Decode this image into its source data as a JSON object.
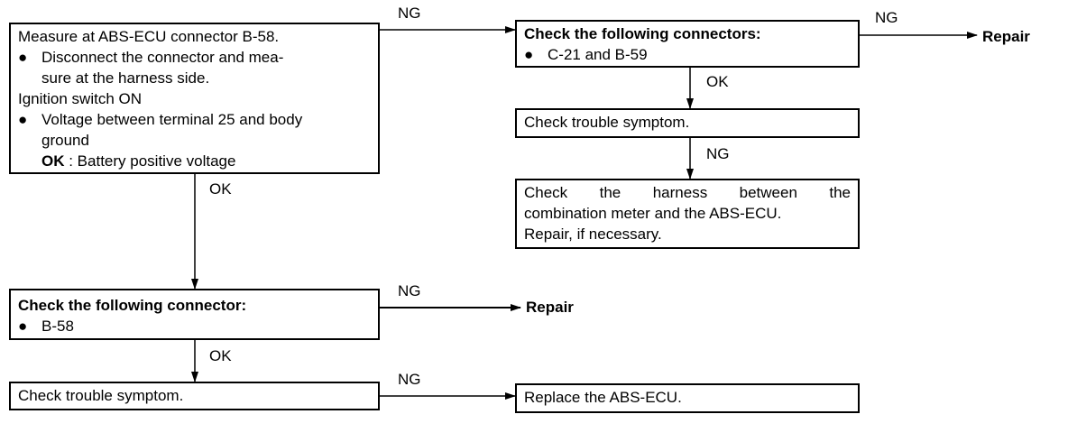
{
  "box1": {
    "line1": "Measure at ABS-ECU connector B-58.",
    "bullet1a": "Disconnect the connector and mea-",
    "bullet1b": "sure at the harness side.",
    "line3": "Ignition switch ON",
    "bullet2a": "Voltage between terminal 25 and body",
    "bullet2b": "ground",
    "ok_key": "OK",
    "ok_value": ": Battery positive voltage"
  },
  "box2": {
    "title": "Check the following connectors:",
    "item": "C-21 and B-59"
  },
  "box3": {
    "text": "Check trouble symptom."
  },
  "box4": {
    "line1": "Check the harness between the",
    "line2": "combination meter and the ABS-ECU.",
    "line3": "Repair, if necessary."
  },
  "box5": {
    "title": "Check the following connector:",
    "item": "B-58"
  },
  "box6": {
    "text": "Check trouble symptom."
  },
  "box7": {
    "text": "Replace the ABS-ECU."
  },
  "labels": {
    "ng1": "NG",
    "ng2": "NG",
    "ok1": "OK",
    "ng3": "NG",
    "ok2": "OK",
    "ng4": "NG",
    "ok3": "OK",
    "ng5": "NG"
  },
  "repairs": {
    "repair1": "Repair",
    "repair2": "Repair"
  },
  "bullet_glyph": "●"
}
